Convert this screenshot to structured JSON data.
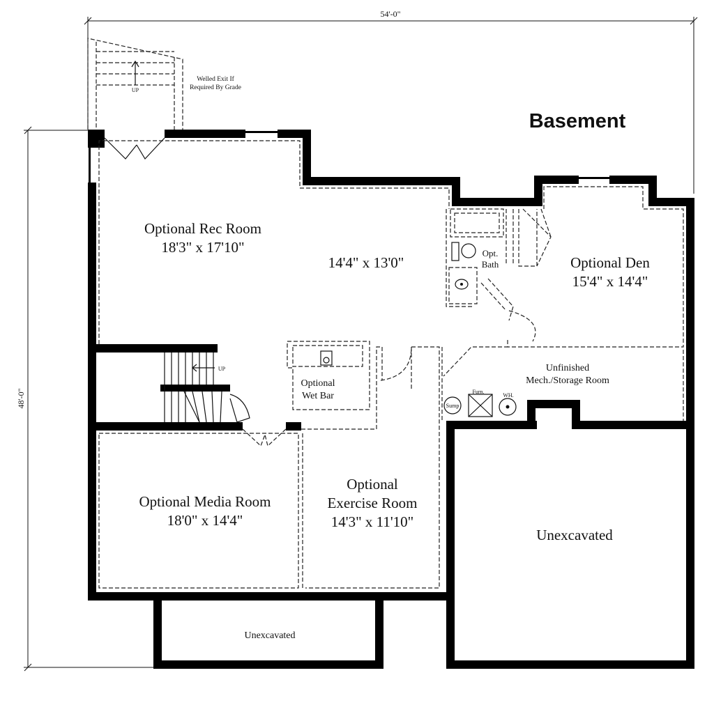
{
  "title": "Basement",
  "dimensions": {
    "width": "54'-0\"",
    "depth": "48'-0\""
  },
  "welled_exit": {
    "line1": "Welled Exit If",
    "line2": "Required By Grade",
    "up": "UP"
  },
  "stairs_up": "UP",
  "rooms": {
    "rec_room": {
      "name": "Optional Rec Room",
      "size": "18'3\" x 17'10\""
    },
    "center_area": {
      "size": "14'4\" x 13'0\""
    },
    "opt_bath": {
      "line1": "Opt.",
      "line2": "Bath"
    },
    "den": {
      "name": "Optional Den",
      "size": "15'4\" x 14'4\""
    },
    "wet_bar": {
      "line1": "Optional",
      "line2": "Wet Bar"
    },
    "mech_room": {
      "line1": "Unfinished",
      "line2": "Mech./Storage Room"
    },
    "media_room": {
      "name": "Optional Media Room",
      "size": "18'0\" x 14'4\""
    },
    "exercise_room": {
      "line1": "Optional",
      "line2": "Exercise Room",
      "size": "14'3\" x 11'10\""
    },
    "unexcavated_right": {
      "name": "Unexcavated"
    },
    "unexcavated_bottom": {
      "name": "Unexcavated"
    }
  },
  "fixtures": {
    "sump": "Sump",
    "furnace": "Furn.",
    "water_heater": "WH."
  }
}
